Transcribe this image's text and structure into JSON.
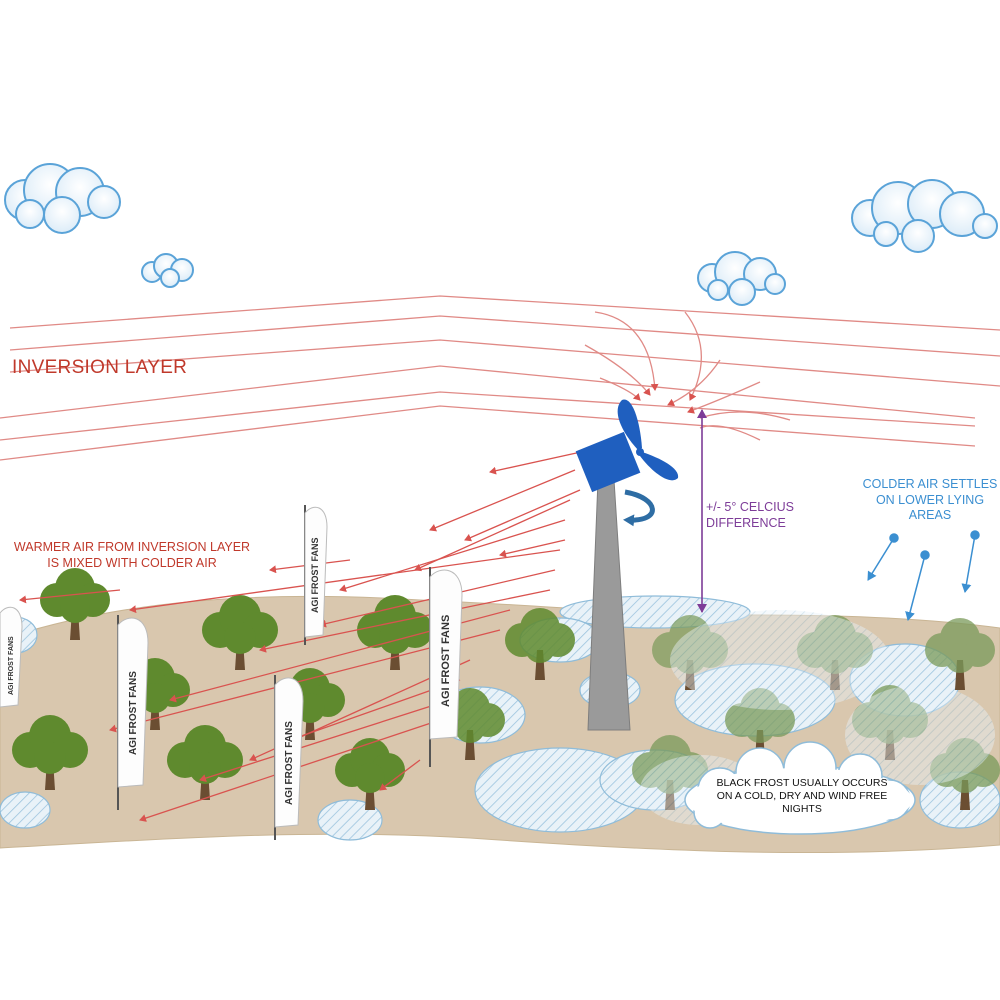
{
  "labels": {
    "inversion_layer": "INVERSION LAYER",
    "warmer_air": "WARMER AIR FROM INVERSION LAYER IS MIXED WITH COLDER AIR",
    "temperature_difference": "+/- 5° CELCIUS DIFFERENCE",
    "colder_air": "COLDER AIR SETTLES ON LOWER LYING AREAS",
    "black_frost": "BLACK FROST USUALLY OCCURS ON A COLD, DRY AND WIND FREE NIGHTS"
  },
  "flag_text": "AGI FROST FANS",
  "colors": {
    "warm_air": "#d9534f",
    "cold_air": "#3b8fd1",
    "temperature": "#7d3c98",
    "fan": "#1f5fbf",
    "tower": "#9a9a9a",
    "ground": "#d9c7ae",
    "tree_canopy": "#5f8a2e",
    "tree_trunk": "#6b4e32",
    "cloud_outline": "#5aa3d8"
  }
}
